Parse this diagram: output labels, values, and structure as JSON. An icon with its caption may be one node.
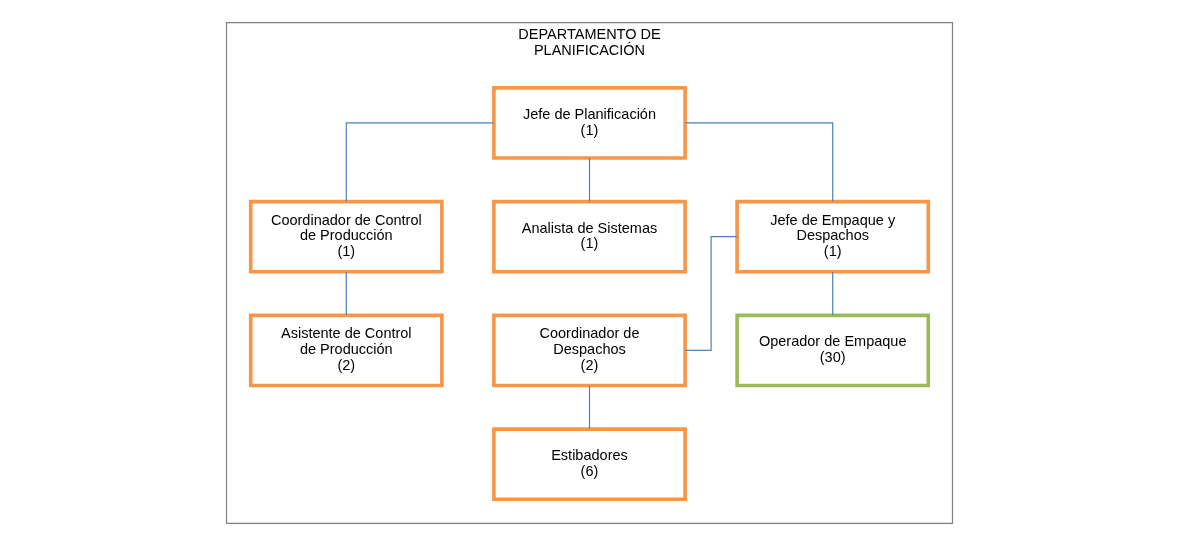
{
  "diagram": {
    "nodes": [
      {
        "text": [
          "DEPARTAMENTO DE PLANIFICACIÓN"
        ]
      },
      {
        "text": [
          "Jefe de Planificación",
          "(1)"
        ],
        "in": 0
      },
      {
        "text": [
          "Coordinador de Control de Producción",
          "(1)"
        ],
        "in": 0
      },
      {
        "text": [
          "Analista de Sistemas",
          "(1)"
        ],
        "in": 0
      },
      {
        "text": [
          "Jefe de Empaque y Despachos",
          "(1)"
        ],
        "in": 0
      },
      {
        "text": [
          "Asistente de Control de Producción",
          "(2)"
        ],
        "in": 0
      },
      {
        "text": [
          "Coordinador de Despachos",
          "(2)"
        ],
        "in": 0
      },
      {
        "text": [
          "Estibadores",
          "(6)"
        ],
        "in": 0
      },
      {
        "text": [
          "Operador de Empaque",
          "(30)"
        ],
        "in": 0
      }
    ],
    "edges": [
      {
        "from": 1,
        "to": 2,
        "arrow": "none"
      },
      {
        "from": 1,
        "to": 3,
        "arrow": "none"
      },
      {
        "from": 1,
        "to": 4,
        "arrow": "none"
      },
      {
        "from": 2,
        "to": 5,
        "arrow": "none"
      },
      {
        "from": 4,
        "to": 6,
        "arrow": "none"
      },
      {
        "from": 4,
        "to": 8,
        "arrow": "none"
      },
      {
        "from": 6,
        "to": 7,
        "arrow": "none"
      }
    ]
  }
}
